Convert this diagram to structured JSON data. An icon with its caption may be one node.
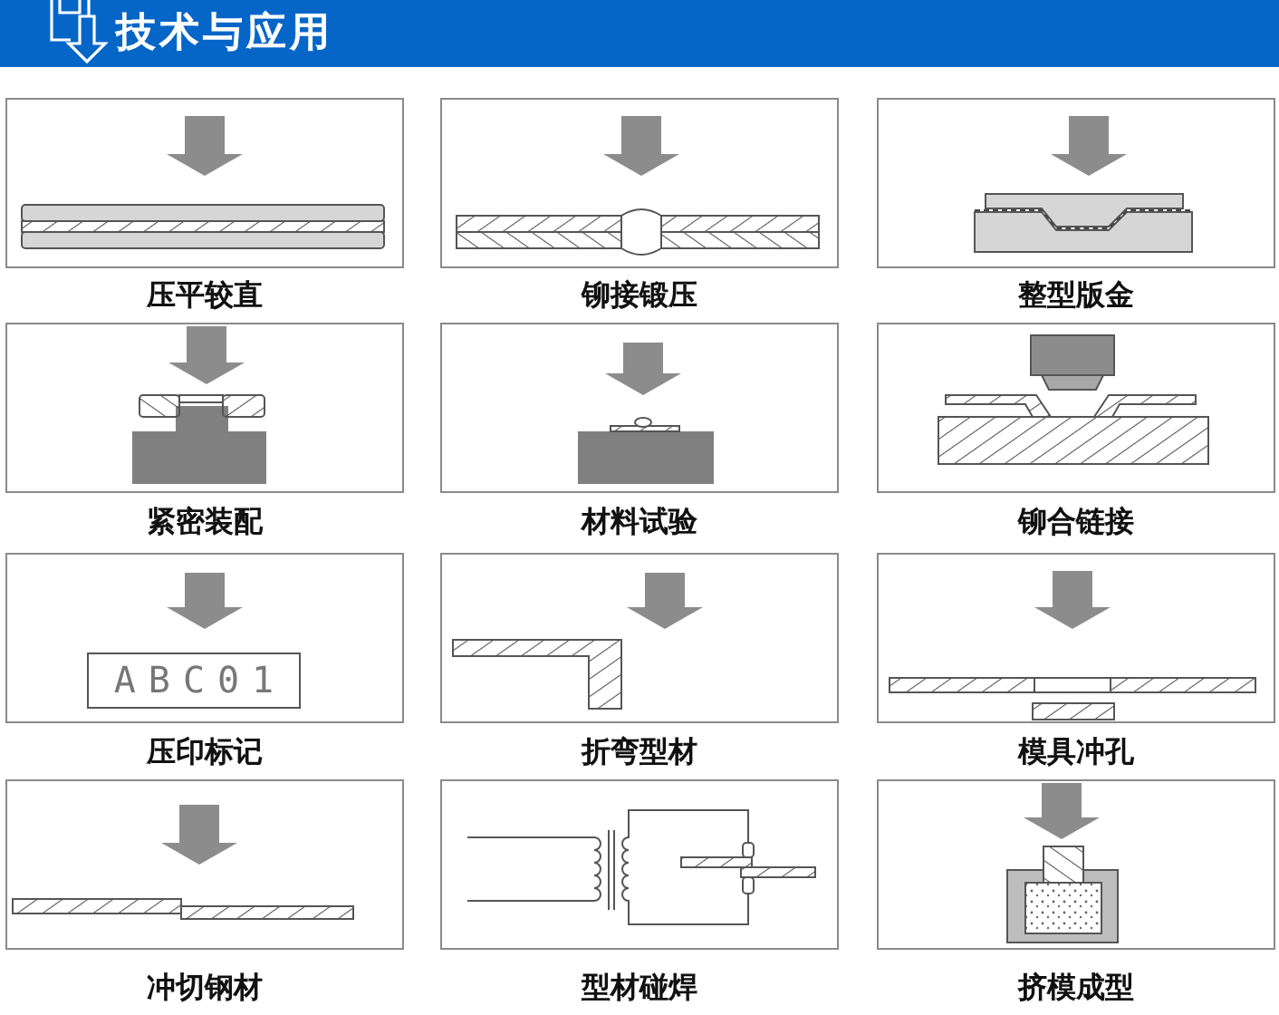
{
  "diagram": {
    "title": "技术与应用",
    "nodes": [
      {
        "text": [
          "压平较直"
        ]
      },
      {
        "text": [
          "铆接锻压"
        ]
      },
      {
        "text": [
          "整型版金"
        ]
      },
      {
        "text": [
          "紧密装配"
        ]
      },
      {
        "text": [
          "材料试验"
        ]
      },
      {
        "text": [
          "铆合链接"
        ]
      },
      {
        "text": [
          "压印标记"
        ]
      },
      {
        "text": [
          "ABC01"
        ],
        "in": 6
      },
      {
        "text": [
          "折弯型材"
        ]
      },
      {
        "text": [
          "模具冲孔"
        ]
      },
      {
        "text": [
          "冲切钢材"
        ]
      },
      {
        "text": [
          "型材碰焊"
        ]
      },
      {
        "text": [
          "挤模成型"
        ]
      }
    ]
  }
}
